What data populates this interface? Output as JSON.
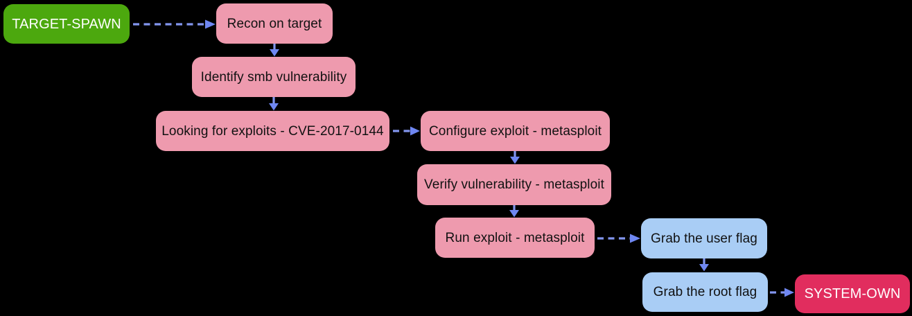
{
  "diagram": {
    "title": "attack-path-flowchart",
    "background": "#000000",
    "colors": {
      "start_node": "#4ca80e",
      "action_node": "#ee9aae",
      "flag_node": "#a9cdf5",
      "goal_node": "#e12d5e",
      "connector_line": "#8295ee",
      "connector_head": "#6f87f2",
      "text_dark": "#111111",
      "text_light": "#ffffff"
    },
    "nodes": [
      {
        "id": "target-spawn",
        "label": "TARGET-SPAWN",
        "type": "start"
      },
      {
        "id": "recon",
        "label": "Recon on target",
        "type": "action"
      },
      {
        "id": "identify-smb",
        "label": "Identify smb vulnerability",
        "type": "action"
      },
      {
        "id": "looking-exploits",
        "label": "Looking for exploits - CVE-2017-0144",
        "type": "action"
      },
      {
        "id": "configure-exploit",
        "label": "Configure exploit - metasploit",
        "type": "action"
      },
      {
        "id": "verify-vuln",
        "label": "Verify vulnerability - metasploit",
        "type": "action"
      },
      {
        "id": "run-exploit",
        "label": "Run exploit - metasploit",
        "type": "action"
      },
      {
        "id": "user-flag",
        "label": "Grab the user flag",
        "type": "flag"
      },
      {
        "id": "root-flag",
        "label": "Grab the root flag",
        "type": "flag"
      },
      {
        "id": "system-own",
        "label": "SYSTEM-OWN",
        "type": "goal"
      }
    ],
    "edges": [
      {
        "from": "target-spawn",
        "to": "recon",
        "style": "dashed",
        "direction": "right"
      },
      {
        "from": "recon",
        "to": "identify-smb",
        "style": "solid",
        "direction": "down"
      },
      {
        "from": "identify-smb",
        "to": "looking-exploits",
        "style": "solid",
        "direction": "down"
      },
      {
        "from": "looking-exploits",
        "to": "configure-exploit",
        "style": "dashed",
        "direction": "right"
      },
      {
        "from": "configure-exploit",
        "to": "verify-vuln",
        "style": "solid",
        "direction": "down"
      },
      {
        "from": "verify-vuln",
        "to": "run-exploit",
        "style": "solid",
        "direction": "down"
      },
      {
        "from": "run-exploit",
        "to": "user-flag",
        "style": "dashed",
        "direction": "right"
      },
      {
        "from": "user-flag",
        "to": "root-flag",
        "style": "solid",
        "direction": "down"
      },
      {
        "from": "root-flag",
        "to": "system-own",
        "style": "dashed",
        "direction": "right"
      }
    ]
  }
}
